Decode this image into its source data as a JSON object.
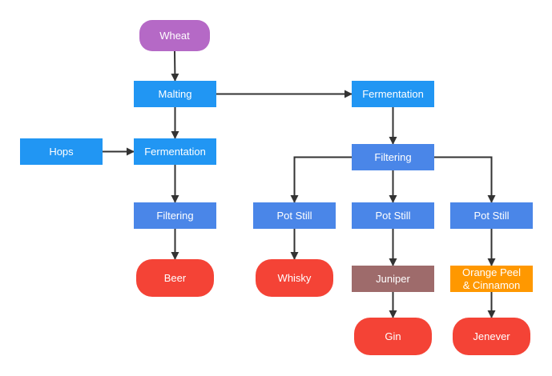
{
  "colors": {
    "start": "#b569c6",
    "process": "#2196f3",
    "filter": "#4a86e8",
    "end": "#f44336",
    "juniper": "#9e6b6b",
    "spice": "#ff9800",
    "edge": "#333333"
  },
  "nodes": {
    "wheat": "Wheat",
    "malting": "Malting",
    "hops": "Hops",
    "beer_fermentation": "Fermentation",
    "beer_filtering": "Filtering",
    "beer": "Beer",
    "spirit_fermentation": "Fermentation",
    "spirit_filtering": "Filtering",
    "pot_still_whisky": "Pot Still",
    "pot_still_gin": "Pot Still",
    "pot_still_jenever": "Pot Still",
    "whisky": "Whisky",
    "juniper": "Juniper",
    "orange_peel_cinnamon": "Orange Peel\n& Cinnamon",
    "gin": "Gin",
    "jenever": "Jenever"
  },
  "edges": [
    [
      "wheat",
      "malting"
    ],
    [
      "malting",
      "beer_fermentation"
    ],
    [
      "malting",
      "spirit_fermentation"
    ],
    [
      "hops",
      "beer_fermentation"
    ],
    [
      "beer_fermentation",
      "beer_filtering"
    ],
    [
      "beer_filtering",
      "beer"
    ],
    [
      "spirit_fermentation",
      "spirit_filtering"
    ],
    [
      "spirit_filtering",
      "pot_still_whisky"
    ],
    [
      "spirit_filtering",
      "pot_still_gin"
    ],
    [
      "spirit_filtering",
      "pot_still_jenever"
    ],
    [
      "pot_still_whisky",
      "whisky"
    ],
    [
      "pot_still_gin",
      "juniper"
    ],
    [
      "juniper",
      "gin"
    ],
    [
      "pot_still_jenever",
      "orange_peel_cinnamon"
    ],
    [
      "orange_peel_cinnamon",
      "jenever"
    ]
  ]
}
